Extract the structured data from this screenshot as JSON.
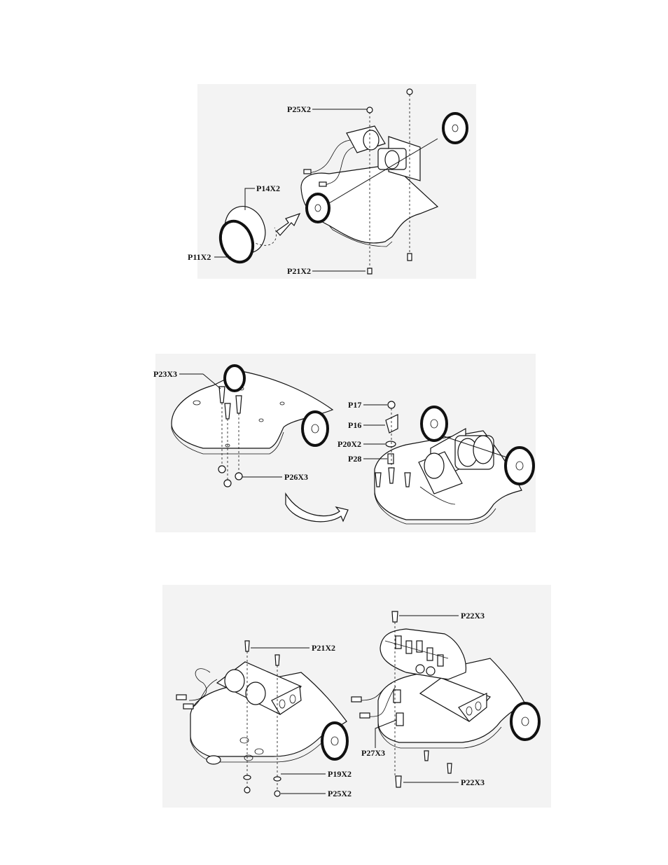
{
  "diagrams": [
    {
      "labels": {
        "p25": "P25X2",
        "p14": "P14X2",
        "p11": "P11X2",
        "p21": "P21X2"
      }
    },
    {
      "labels": {
        "p23": "P23X3",
        "p26": "P26X3",
        "p17": "P17",
        "p16": "P16",
        "p20": "P20X2",
        "p28": "P28"
      }
    },
    {
      "labels": {
        "p21": "P21X2",
        "p19": "P19X2",
        "p25": "P25X2",
        "p22_top": "P22X3",
        "p27": "P27X3",
        "p22_bottom": "P22X3"
      }
    }
  ]
}
